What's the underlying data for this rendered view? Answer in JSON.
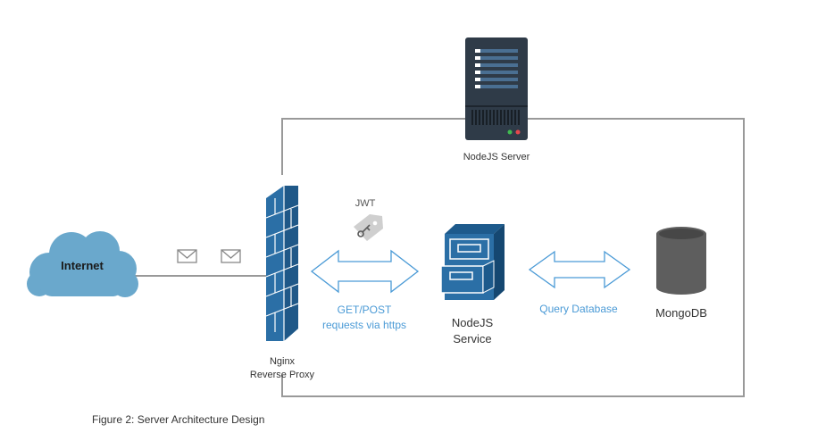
{
  "diagram": {
    "nodes": {
      "internet": {
        "label": "Internet"
      },
      "nginx": {
        "line1": "Nginx",
        "line2": "Reverse Proxy"
      },
      "nodejs_server": {
        "label": "NodeJS Server"
      },
      "nodejs_service": {
        "line1": "NodeJS",
        "line2": "Service"
      },
      "mongodb": {
        "label": "MongoDB"
      }
    },
    "edges": {
      "token": {
        "label": "JWT"
      },
      "proxy_to_service": {
        "line1": "GET/POST",
        "line2": "requests via https"
      },
      "service_to_db": {
        "label": "Query Database"
      }
    },
    "caption": "Figure 2: Server Architecture Design"
  },
  "colors": {
    "line": "#999999",
    "cloud": "#6aa8cc",
    "firewall": "#2b6fa6",
    "server": "#2f3b48",
    "arrow": "#4a9ad6",
    "database": "#5e5e5e",
    "text": "#333333"
  }
}
